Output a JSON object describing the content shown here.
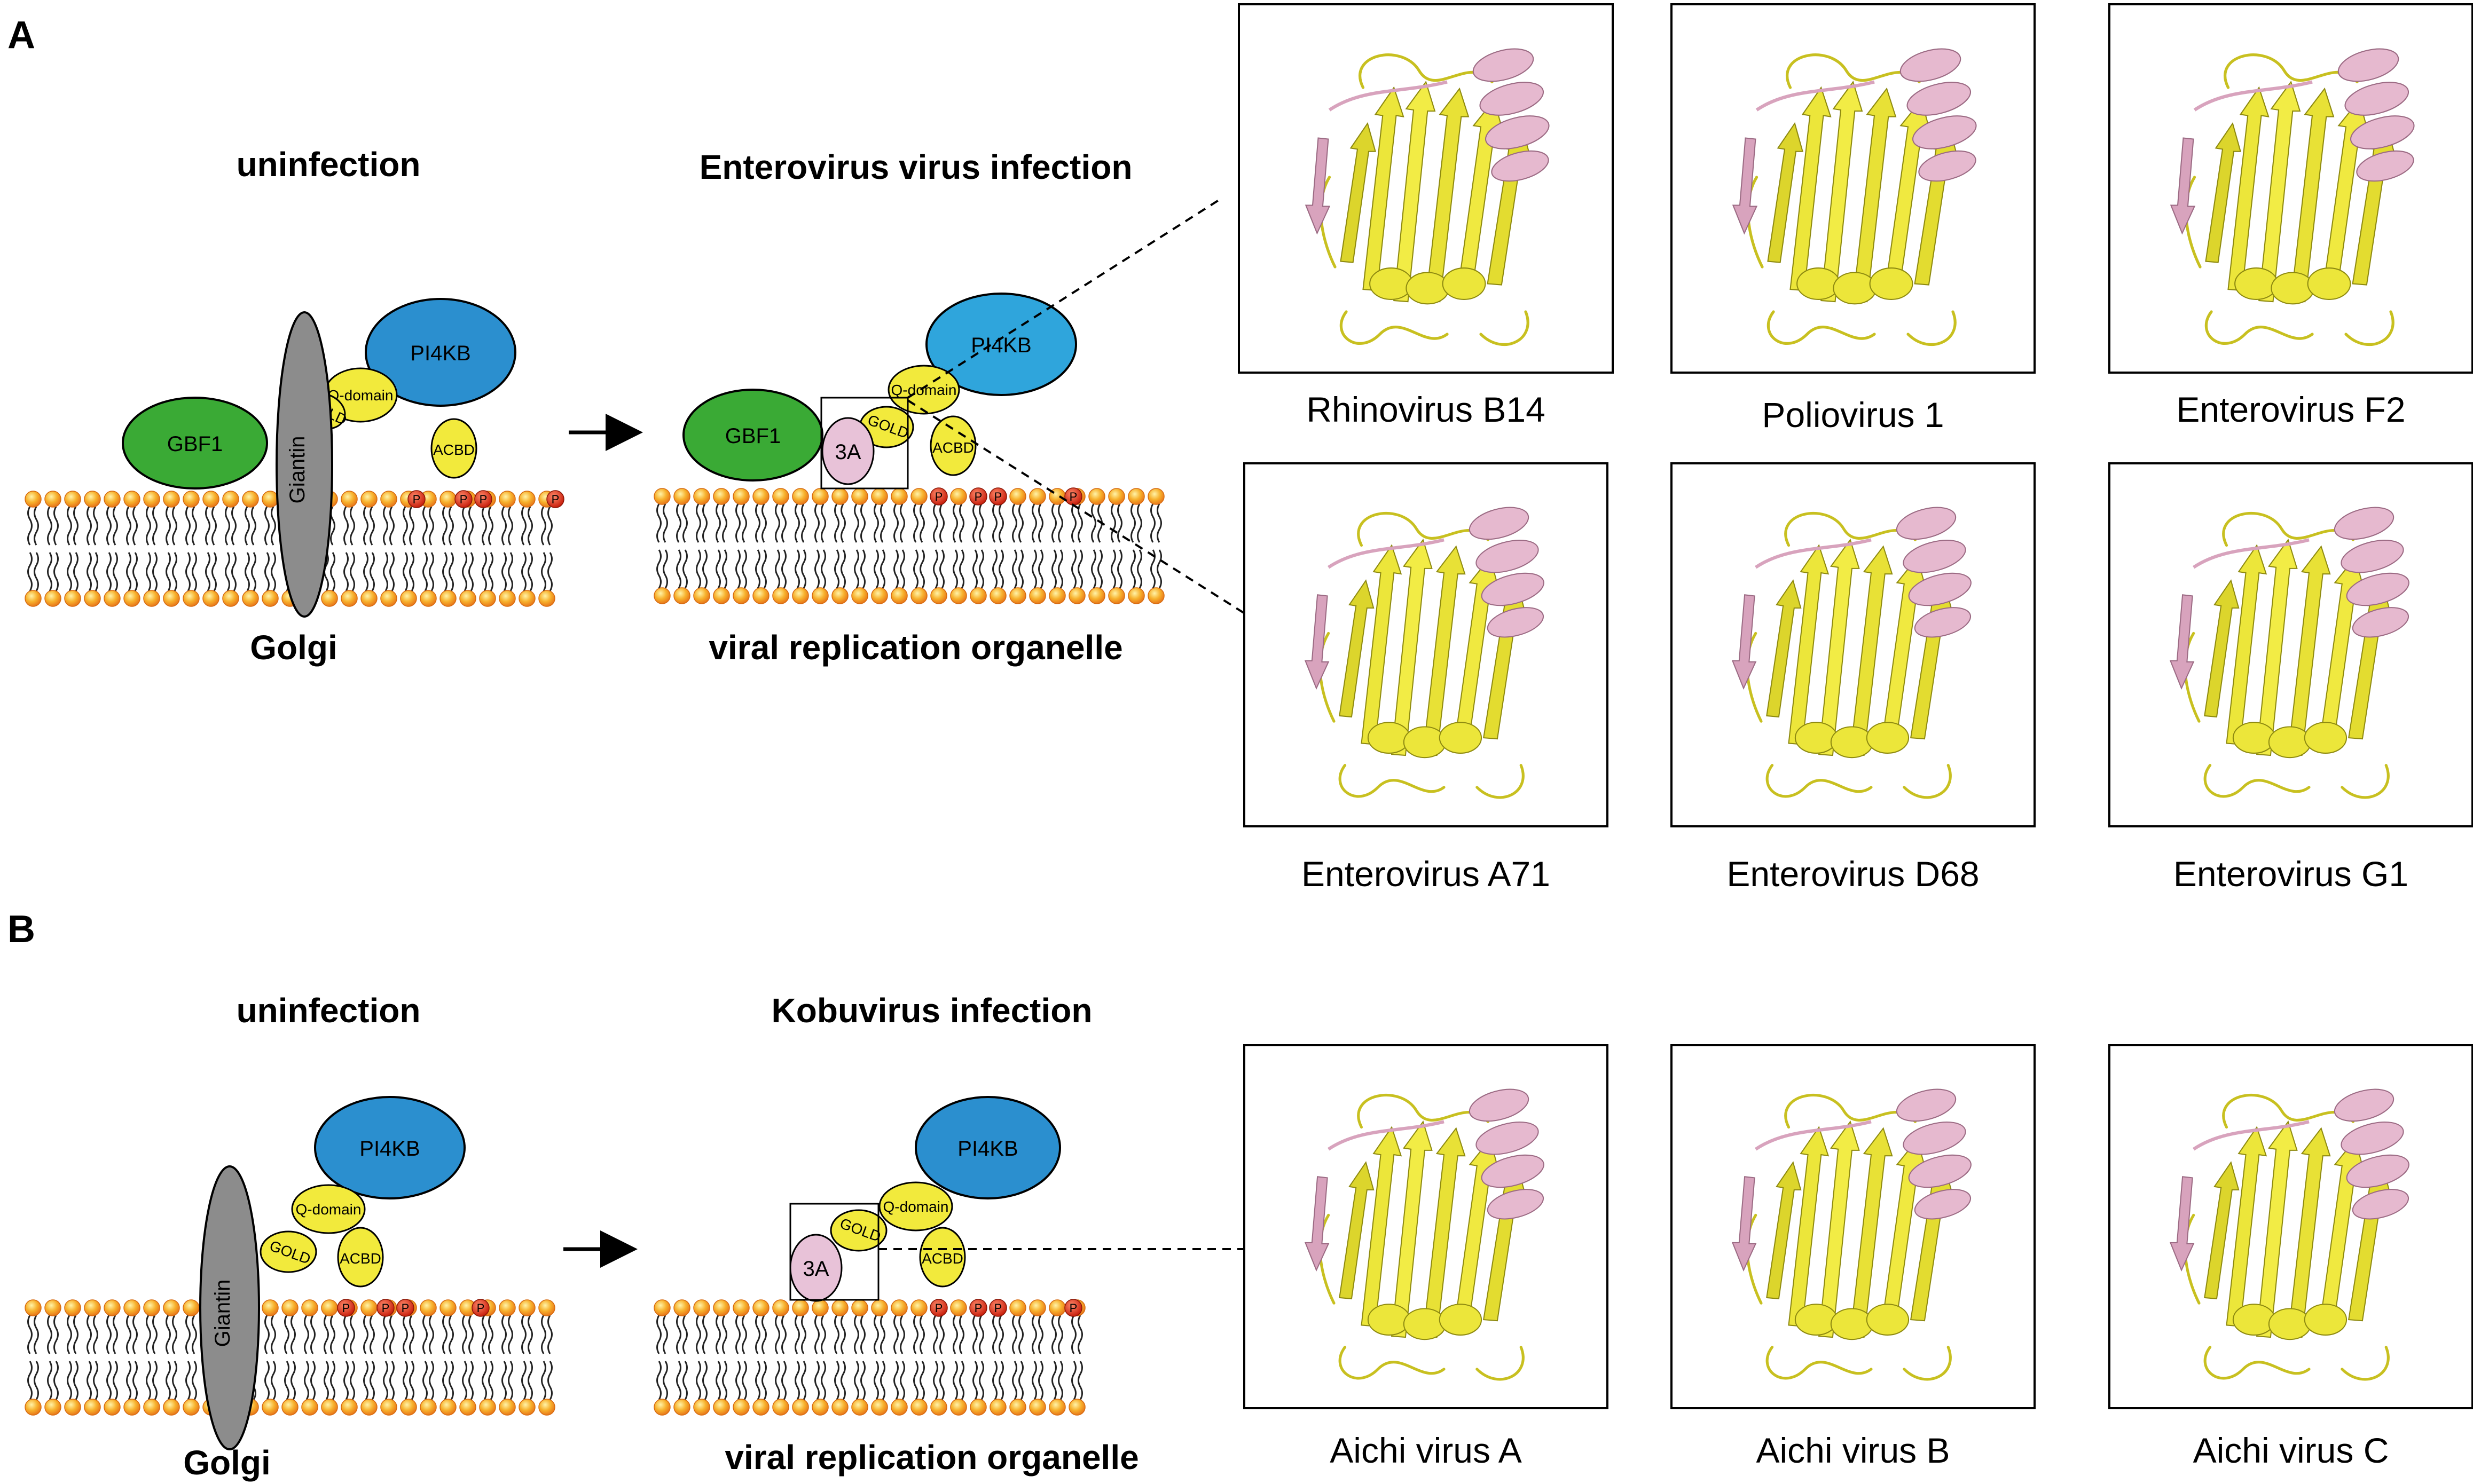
{
  "panels": {
    "a": {
      "letter": "A",
      "left_title": "uninfection",
      "left_caption": "Golgi",
      "mid_title": "Enterovirus virus infection",
      "mid_caption": "viral replication organelle",
      "structures": [
        "Rhinovirus B14",
        "Poliovirus 1",
        "Enterovirus F2",
        "Enterovirus A71",
        "Enterovirus D68",
        "Enterovirus G1"
      ]
    },
    "b": {
      "letter": "B",
      "left_title": "uninfection",
      "left_caption": "Golgi",
      "mid_title": "Kobuvirus infection",
      "mid_caption": "viral replication organelle",
      "structures": [
        "Aichi virus A",
        "Aichi virus B",
        "Aichi virus C"
      ]
    }
  },
  "labels": {
    "gbf1": "GBF1",
    "giantin": "Giantin",
    "pi4kb": "PI4KB",
    "gold": "GOLD",
    "qdomain": "Q-domain",
    "acbd": "ACBD",
    "p": "P",
    "threeA": "3A"
  },
  "colors": {
    "gbf1": "#3aaa35",
    "giantin": "#8c8c8c",
    "pi4kb": "#2fa5dc",
    "acbd3": "#f2ea3c",
    "threeA": "#e8c2d8",
    "lipid_head": "#f39a1e",
    "phospho": "#d7301f",
    "ribbon_yellow": "#e6e23a",
    "ribbon_pink": "#e3b4cb"
  },
  "icons": [
    "arrow-right-icon",
    "dashed-line-icon"
  ]
}
